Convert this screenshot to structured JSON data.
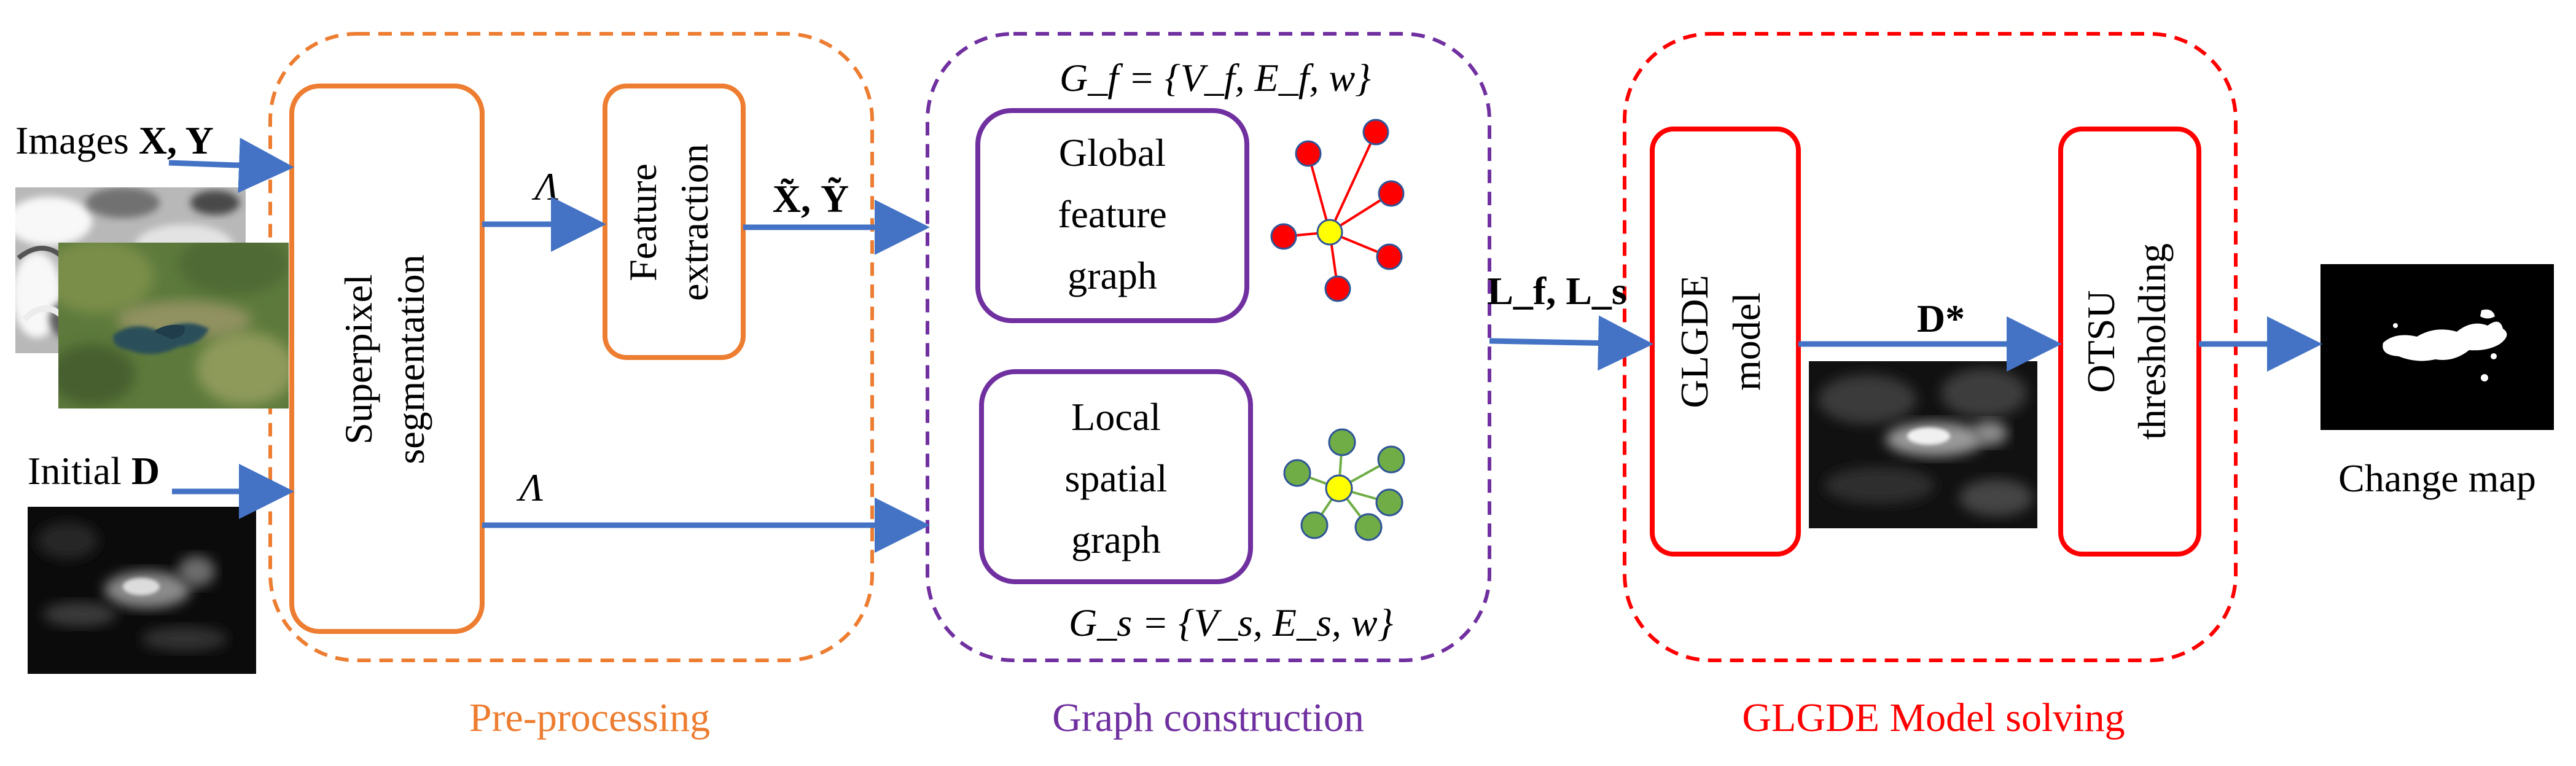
{
  "colors": {
    "orange": "#ED7D31",
    "purple": "#7030A0",
    "red": "#FF0000",
    "blue": "#4472C4",
    "node_red": "#FF0000",
    "node_yellow": "#FFFF00",
    "node_green": "#70AD47",
    "node_edge_blue": "#2F5597"
  },
  "inputs": {
    "images_label": "Images",
    "images_vars": "X, Y",
    "initial_label": "Initial",
    "initial_var": "D"
  },
  "preprocessing": {
    "caption": "Pre-processing",
    "superpixel_line1": "Superpixel",
    "superpixel_line2": "segmentation",
    "feature_line1": "Feature",
    "feature_line2": "extraction",
    "lambda_top": "Λ",
    "lambda_bottom": "Λ",
    "output_vars": "X̃, Ỹ"
  },
  "graph_construction": {
    "caption": "Graph construction",
    "gf_formula": "G_f = {V_f, E_f, w}",
    "gs_formula": "G_s = {V_s, E_s, w}",
    "global_line1": "Global",
    "global_line2": "feature",
    "global_line3": "graph",
    "local_line1": "Local",
    "local_line2": "spatial",
    "local_line3": "graph",
    "laplacians": "L_f, L_s",
    "global_graph_icon": "star-graph-icon",
    "local_graph_icon": "star-graph-icon"
  },
  "model_solving": {
    "caption": "GLGDE Model solving",
    "model_line1": "GLGDE",
    "model_line2": "model",
    "d_star": "D*",
    "otsu_line1": "OTSU",
    "otsu_line2": "thresholding"
  },
  "output": {
    "label": "Change map"
  }
}
